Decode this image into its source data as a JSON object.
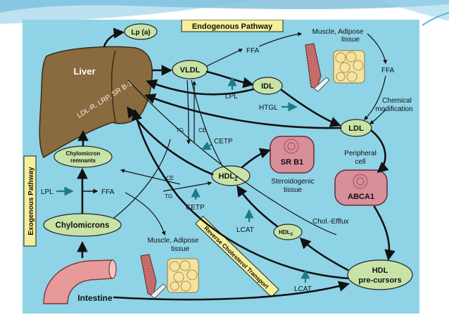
{
  "colors": {
    "panel_bg": "#8fd3e6",
    "oval_fill": "#c8e3a7",
    "liver_fill": "#8a6a3f",
    "label_box_fill": "#f4ef9a",
    "tissue_red": "#d78f9a",
    "fat_yellow": "#f6e3a0",
    "teal_arrow": "#1f7a86"
  },
  "titles": {
    "endogenous": "Endogenous Pathway",
    "exogenous": "Exogenous Pathway",
    "reverse": "Reverse Cholesterol Transport"
  },
  "nodes": {
    "liver": "Liver",
    "liver_receptors": "LDL-R, LRP, SR B-1",
    "lpa": "Lp (a)",
    "vldl": "VLDL",
    "idl": "IDL",
    "ldl": "LDL",
    "chylo_remnants_line1": "Chylomicron",
    "chylo_remnants_line2": "remnants",
    "chylomicrons": "Chylomicrons",
    "hdl2": "HDL",
    "hdl2_sub": "2",
    "hdl3": "HDL",
    "hdl3_sub": "3",
    "hdl_precursors_line1": "HDL",
    "hdl_precursors_line2": "pre-cursors",
    "intestine": "Intestine",
    "sr_b1": "SR B1",
    "abca1": "ABCA1"
  },
  "labels": {
    "muscle_adipose_top_line1": "Muscle, Adipose",
    "muscle_adipose_top_line2": "tissue",
    "muscle_adipose_bottom_line1": "Muscle, Adipose",
    "muscle_adipose_bottom_line2": "tissue",
    "ffa_top": "FFA",
    "ffa_right": "FFA",
    "ffa_exo": "FFA",
    "lpl_top": "LPL",
    "lpl_exo": "LPL",
    "htgl": "HTGL",
    "chemical_line1": "Chemical",
    "chemical_line2": "modification",
    "peripheral_line1": "Peripheral",
    "peripheral_line2": "cell",
    "steroid_line1": "Steroidogenic",
    "steroid_line2": "tissue",
    "tg_1": "TG",
    "ce_1": "CE",
    "cetp_1": "CETP",
    "ce_2": "CE",
    "tg_2": "TG",
    "cetp_2": "CETP",
    "lcat_1": "LCAT",
    "lcat_2": "LCAT",
    "chol_efflux": "Chol.-Efflux"
  }
}
